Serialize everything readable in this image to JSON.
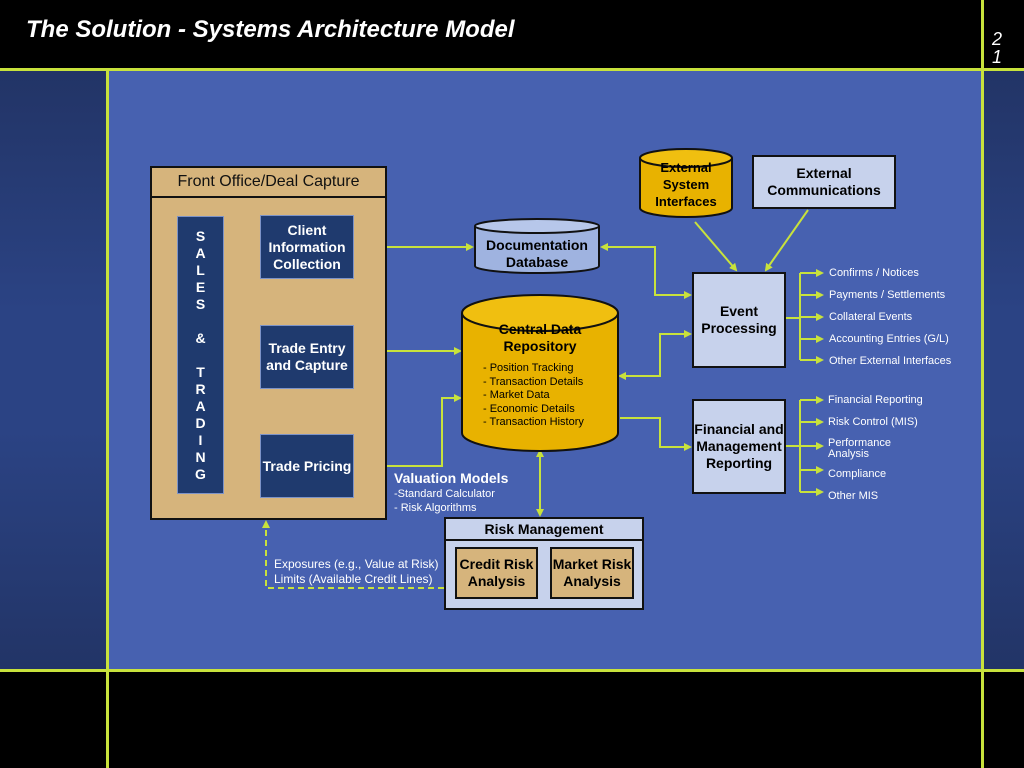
{
  "slide": {
    "title": "The Solution - Systems Architecture Model",
    "page_number": "21"
  },
  "front_office": {
    "title": "Front Office/Deal Capture",
    "sales_trading": [
      "S",
      "A",
      "L",
      "E",
      "S",
      "",
      "&",
      "",
      "T",
      "R",
      "A",
      "D",
      "I",
      "N",
      "G"
    ],
    "client_info": "Client Information Collection",
    "trade_entry": "Trade Entry and Capture",
    "trade_pricing": "Trade Pricing"
  },
  "documentation_db": "Documentation Database",
  "central_repo": {
    "title": "Central Data Repository",
    "items": [
      "- Position Tracking",
      "- Transaction Details",
      "- Market Data",
      "- Economic Details",
      "- Transaction History"
    ]
  },
  "external_interfaces": "External System Interfaces",
  "external_comms": "External Communications",
  "event_processing": "Event Processing",
  "event_outputs": [
    "Confirms / Notices",
    "Payments / Settlements",
    "Collateral Events",
    "Accounting Entries (G/L)",
    "Other External Interfaces"
  ],
  "financial_reporting": "Financial and Management Reporting",
  "reporting_outputs": [
    "Financial Reporting",
    "Risk Control (MIS)",
    "Performance Analysis",
    "Compliance",
    "Other MIS"
  ],
  "valuation": {
    "title": "Valuation Models",
    "items": [
      "-Standard Calculator",
      "- Risk Algorithms"
    ]
  },
  "risk": {
    "title": "Risk Management",
    "credit": "Credit Risk Analysis",
    "market": "Market Risk Analysis"
  },
  "exposures": {
    "line1": "Exposures (e.g., Value at Risk)",
    "line2": "Limits (Available Credit Lines)"
  },
  "colors": {
    "accent_line": "#c8e23c",
    "background": "#4761b0",
    "navy_box": "#1f3a6e",
    "tan": "#d6b47c",
    "light_box": "#c7d2ec",
    "gold": "#e8b200"
  }
}
